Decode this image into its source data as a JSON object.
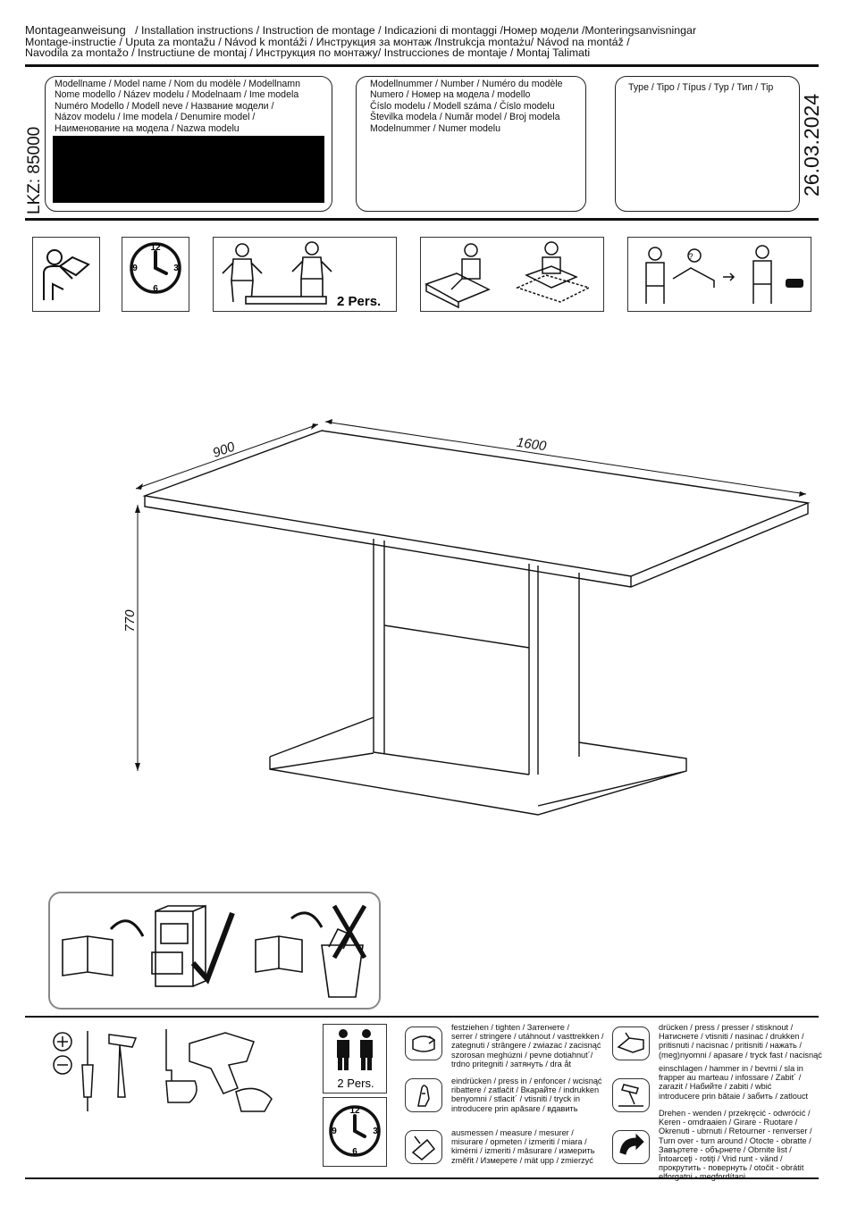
{
  "header": {
    "line1_a": "Montageanweisung",
    "line1_b": "/ Installation instructions / Instruction de montage / Indicazioni di montaggi /Номер модели /Monteringsanvisningar",
    "line2": "Montage-instructie / Uputa za montažu / Návod k montáži / Инструкция за монтаж /Instrukcja montażu/ Návod na montáž /",
    "line3": "Navodila za montažo / Instructiune de montaj / Инструкция по монтажу/ Instrucciones de montaje / Montaj Talimati"
  },
  "lkz": "LKZ: 85000",
  "date": "26.03.2024",
  "model_name_box": "Modellname / Model name / Nom du modèle / Modellnamn\nNome modello / Název modelu / Modelnaam / Ime modela\nNuméro Modello / Modell neve / Название модели /\nNázov modelu / Ime modela / Denumire model /\nНаименование на модела / Nazwa modelu",
  "model_number_box": "Modellnummer / Number / Numéro du modèle\nNumero / Номер на модела / modello\nČíslo modelu / Modell száma / Číslo modelu\nŠtevilka modela / Număr model / Broj modela\nModelnummer / Numer modelu",
  "type_box": "Type / Tipo / Típus / Typ / Тип / Tip",
  "pictograms": {
    "two_pers": "2 Pers.",
    "clock_12": "12",
    "clock_3": "3",
    "clock_6": "6",
    "clock_9": "9"
  },
  "dimensions": {
    "depth": "900",
    "width": "1600",
    "height": "770"
  },
  "tools": {
    "two_pers": "2 Pers.",
    "clock_12": "12",
    "clock_3": "3",
    "clock_6": "6",
    "clock_9": "9"
  },
  "legend": {
    "tighten": "festziehen / tighten / Затегнете /\nserrer / stringere / utáhnout / vasttrekken /\nzategnuti / strângere / zwiazac / zacisnąć\nszorosan meghúzni / pevne dotiahnut´/\ntrdno pritegniti / затянуть / dra åt",
    "press_in": "eindrücken / press in / enfoncer / wcisnąć\nribattere / zatlačit / Вкарайте / indrukken\nbenyomni / stlacit´ / vtisniti / tryck in\nintroducere prin apăsare / вдавить",
    "measure": "ausmessen / measure / mesurer /\nmisurare / opmeten / izmeriti / miara /\nkimérni / izmeriti / măsurare / измерить\nzměřit / Измерете / mät upp / zmierzyć",
    "press": "drücken / press / presser / stisknout /\nНатиснете / vtisniti / nasinac / drukken /\npritisnuti / nacisnac / pritisniti / нажать /\n(meg)nyomni / apasare / tryck fast / nacisnąć",
    "hammer": "einschlagen / hammer in / bevrni / sla in\nfrapper au marteau / infossare / Zabit´ /\nzarazit / Набийте / zabiti / wbić\nintroducere prin bătaie / забить / zatlouct",
    "turn": "Drehen - wenden / przekręcić - odwrócić /\nKeren - omdraaien / Girare - Ruotare /\nOkrenuti - ubrnuti / Retourner - renverser /\nTurn over - turn around / Otocte - obratte /\nЗавъртете - обърнете / Obrnite list /\nÎntoarceţi - rotiţi / Vrid runt - vänd /\nпрокрутить - повернуть / otočit - obrátit\nelforgatni - megfordítani"
  }
}
